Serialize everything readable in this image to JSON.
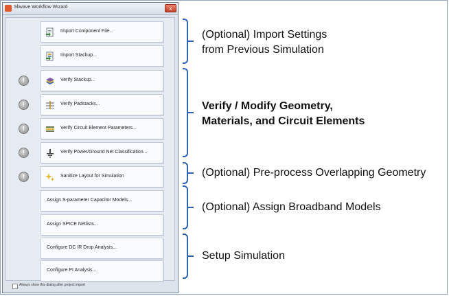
{
  "window": {
    "title": "Sliwave Workflow Wizard",
    "close_glyph": "x"
  },
  "steps": [
    {
      "label": "Import Component File...",
      "icon": "import-file-icon",
      "warning": false
    },
    {
      "label": "Import Stackup...",
      "icon": "import-stackup-icon",
      "warning": false
    },
    {
      "label": "Verify Stackup...",
      "icon": "stackup-layers-icon",
      "warning": true
    },
    {
      "label": "Verify Padstacks...",
      "icon": "padstack-icon",
      "warning": true
    },
    {
      "label": "Verify Circuit Element Parameters...",
      "icon": "circuit-element-icon",
      "warning": true
    },
    {
      "label": "Verify Power/Ground Net Classification...",
      "icon": "ground-net-icon",
      "warning": true
    },
    {
      "label": "Sanitize Layout for Simulation",
      "icon": "sanitize-sparkle-icon",
      "warning": true
    },
    {
      "label": "Assign S-parameter Capacitor Models...",
      "icon": "",
      "warning": false
    },
    {
      "label": "Assign SPICE Netlists...",
      "icon": "",
      "warning": false
    },
    {
      "label": "Configure DC IR Drop Analysis...",
      "icon": "",
      "warning": false
    },
    {
      "label": "Configure PI Analysis...",
      "icon": "",
      "warning": false
    }
  ],
  "warning_glyph": "!",
  "footer": {
    "checkbox_label": "Always show this dialog after project import"
  },
  "annotations": [
    {
      "line1": "(Optional) Import Settings",
      "line2": "from Previous Simulation",
      "bold": false
    },
    {
      "line1": "Verify / Modify Geometry,",
      "line2": "Materials, and Circuit Elements",
      "bold": true
    },
    {
      "line1": "(Optional) Pre-process Overlapping Geometry",
      "line2": "",
      "bold": false
    },
    {
      "line1": "(Optional) Assign Broadband Models",
      "line2": "",
      "bold": false
    },
    {
      "line1": "Setup Simulation",
      "line2": "",
      "bold": false
    }
  ],
  "colors": {
    "bracket": "#2c62b0",
    "close_button": "#c64128",
    "warning": "#8b8b8b"
  }
}
